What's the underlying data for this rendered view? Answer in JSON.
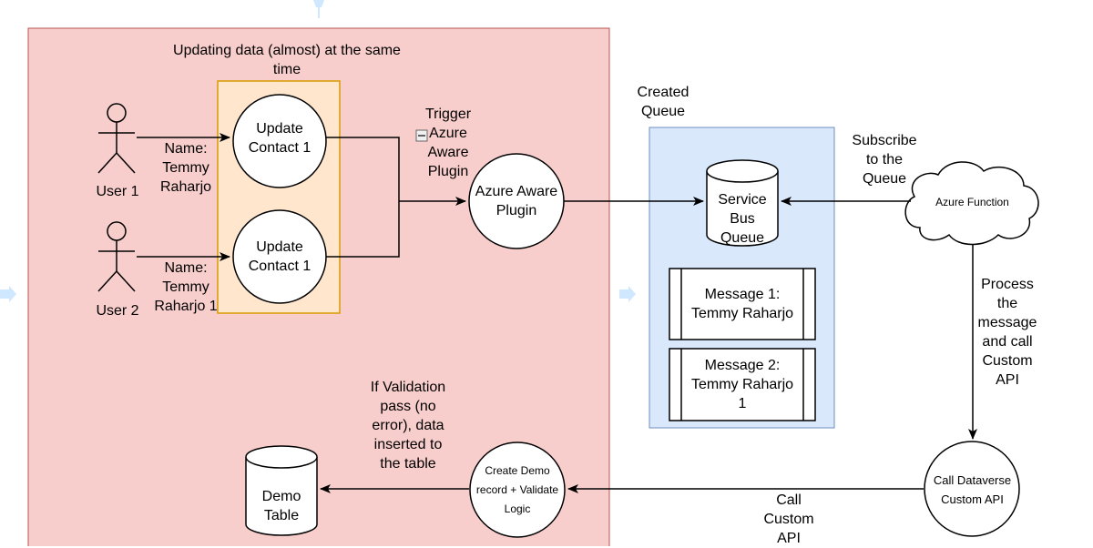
{
  "diagram": {
    "top_note": "Updating data (almost) at the same\ntime",
    "users": [
      "User 1",
      "User 2"
    ],
    "name_labels": [
      "Name:\nTemmy\nRaharjo",
      "Name:\nTemmy\nRaharjo 1"
    ],
    "update_contact": [
      "Update\nContact 1",
      "Update\nContact 1"
    ],
    "trigger_label": "Trigger\nAzure\nAware\nPlugin",
    "collapse_glyph": "−",
    "plugin_label": "Azure Aware\nPlugin",
    "created_queue_label": "Created\nQueue",
    "service_bus_label": "Service\nBus\nQueue",
    "messages": [
      "Message 1:\nTemmy Raharjo",
      "Message 2:\nTemmy Raharjo\n1"
    ],
    "subscribe_label": "Subscribe\nto the\nQueue",
    "azure_function_label": "Azure Function",
    "process_label": "Process\nthe\nmessage\nand call\nCustom\nAPI",
    "dataverse_label": "Call Dataverse\nCustom API",
    "call_custom_api_label": "Call\nCustom\nAPI",
    "create_demo_label": "Create Demo\nrecord + Validate\nLogic",
    "validation_label": "If Validation\npass (no\nerror), data\ninserted to\nthe table",
    "demo_table_label": "Demo\nTable",
    "colors": {
      "red_zone_fill": "#f8cecc",
      "red_zone_stroke": "#b85450",
      "orange_fill": "#ffe6cc",
      "orange_stroke": "#d79b00",
      "blue_fill": "#dae8fc",
      "blue_stroke": "#6c8ebf",
      "faint_handle": "#cfe8ff"
    }
  }
}
